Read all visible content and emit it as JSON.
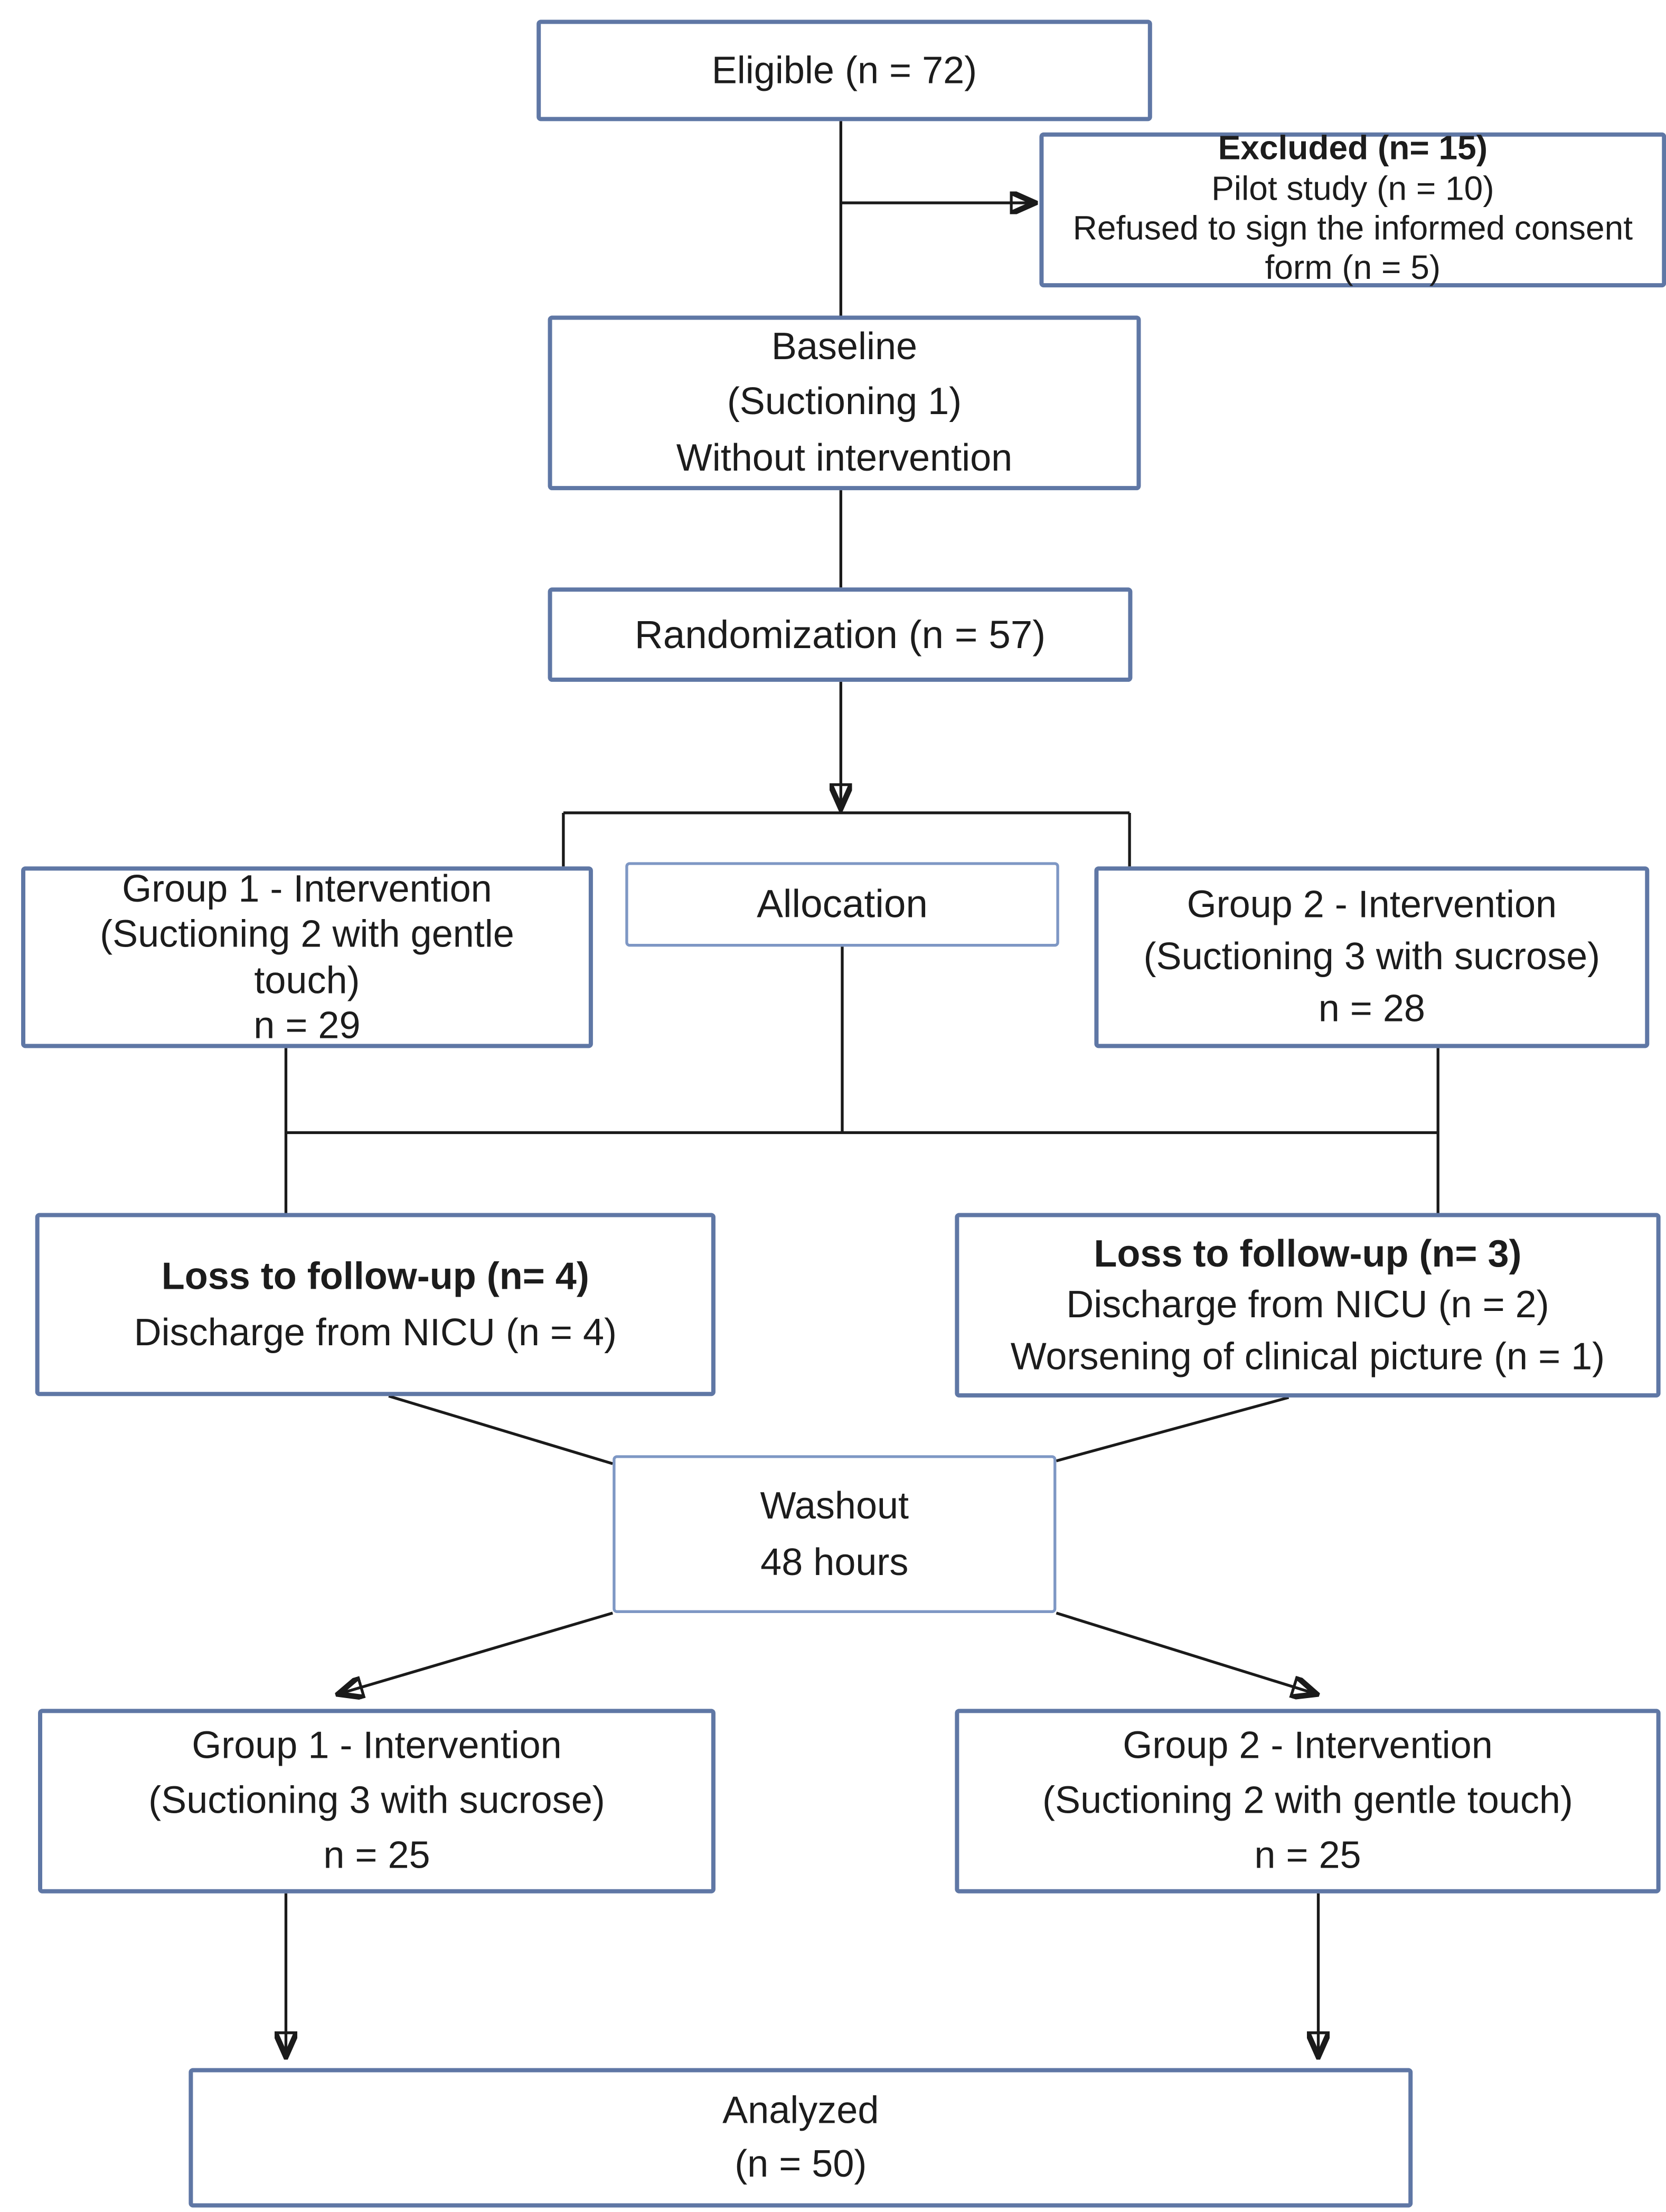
{
  "figure": {
    "type": "consort-flow-diagram",
    "description": "Randomized crossover trial participant flow"
  },
  "colors": {
    "background": "#ffffff",
    "box_border": "#5f77a5",
    "box_border_light": "#7e97c4",
    "line": "#1a1a1a",
    "text": "#1c1c1c"
  },
  "nodes": {
    "eligible": {
      "lines": [
        "Eligible (n = 72)"
      ]
    },
    "excluded": {
      "title": "Excluded (n= 15)",
      "lines": [
        "Pilot study (n = 10)",
        "Refused to sign the informed consent form (n = 5)"
      ]
    },
    "baseline": {
      "lines": [
        "Baseline",
        "(Suctioning 1)",
        "Without intervention"
      ]
    },
    "randomization": {
      "lines": [
        "Randomization (n = 57)"
      ]
    },
    "group1_allocation": {
      "lines": [
        "Group 1 - Intervention",
        "(Suctioning 2 with gentle touch)",
        "n = 29"
      ]
    },
    "allocation": {
      "lines": [
        "Allocation"
      ]
    },
    "group2_allocation": {
      "lines": [
        "Group 2 - Intervention",
        "(Suctioning 3 with sucrose)",
        "n = 28"
      ]
    },
    "loss_group1": {
      "title": "Loss to follow-up (n= 4)",
      "lines": [
        "Discharge from NICU (n = 4)"
      ]
    },
    "loss_group2": {
      "title": "Loss to follow-up (n= 3)",
      "lines": [
        "Discharge from NICU (n = 2)",
        "Worsening of clinical picture (n = 1)"
      ]
    },
    "washout": {
      "lines": [
        "Washout",
        "48 hours"
      ]
    },
    "group1_crossover": {
      "lines": [
        "Group 1 - Intervention",
        "(Suctioning 3 with sucrose)",
        "n = 25"
      ]
    },
    "group2_crossover": {
      "lines": [
        "Group 2 - Intervention",
        "(Suctioning 2 with gentle touch)",
        "n = 25"
      ]
    },
    "analyzed": {
      "lines": [
        "Analyzed",
        "(n = 50)"
      ]
    }
  }
}
